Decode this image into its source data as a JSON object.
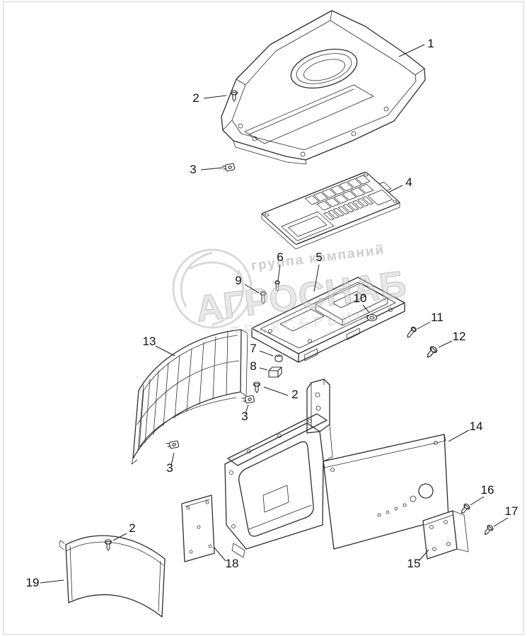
{
  "colors": {
    "background": "#ffffff",
    "line": "#2d2d2d",
    "watermark": "#b5b5b5"
  },
  "watermark": {
    "top": "группа компаний",
    "main": "АГРОСНАБ",
    "sub": "ТРАКСЕРВИС"
  },
  "callouts": {
    "hood": "1",
    "screw_top": "2",
    "clip_top": "3",
    "board": "4",
    "tray": "5",
    "standoff": "6",
    "nut": "7",
    "block": "8",
    "bolt_left": "9",
    "grommet": "10",
    "bolt_right": "11",
    "screw_right": "12",
    "grille": "13",
    "screw_mid": "2",
    "clip_mid": "3",
    "clip_low": "3",
    "side_panel": "14",
    "bracket": "15",
    "screw_br_upper": "16",
    "screw_br_lower": "17",
    "small_plate": "18",
    "front_panel": "19",
    "screw_bottom": "2"
  }
}
